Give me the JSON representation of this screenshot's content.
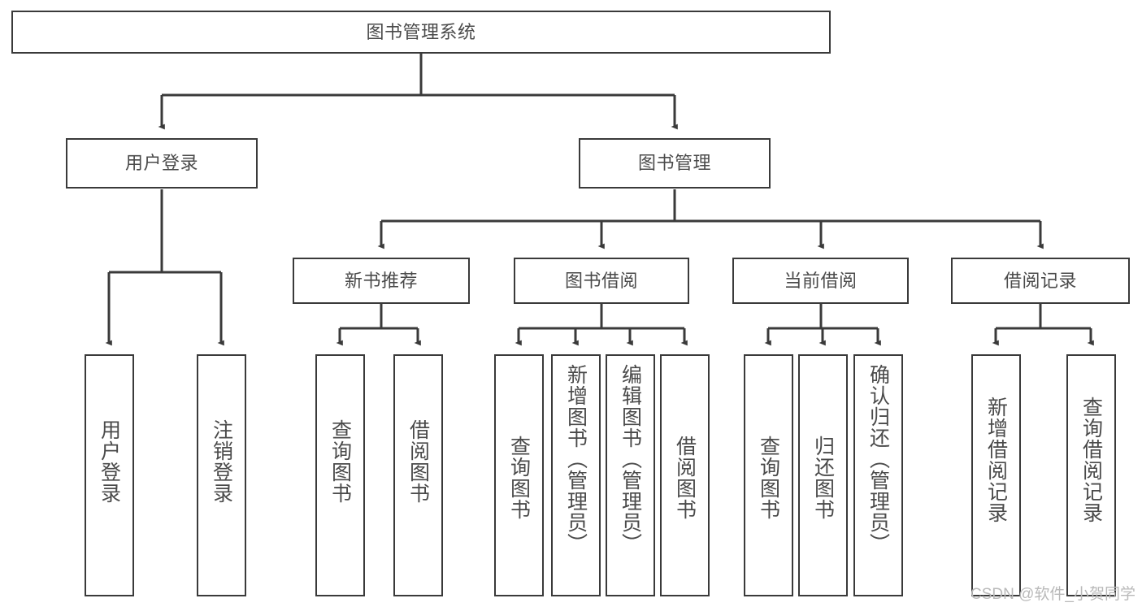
{
  "diagram": {
    "title": "图书管理系统",
    "type": "tree",
    "colors": {
      "box_border": "#3a3a3a",
      "box_fill": "#ffffff",
      "text": "#4a4a4a",
      "edge": "#3a3a3a",
      "watermark": "#b9b9b9",
      "background": "#ffffff"
    },
    "root": {
      "label": "图书管理系统"
    },
    "level2": [
      {
        "label": "用户登录"
      },
      {
        "label": "图书管理"
      }
    ],
    "level3": [
      {
        "label": "新书推荐"
      },
      {
        "label": "图书借阅"
      },
      {
        "label": "当前借阅"
      },
      {
        "label": "借阅记录"
      }
    ],
    "leaves": {
      "user_login": [
        {
          "label": "用户登录"
        },
        {
          "label": "注销登录"
        }
      ],
      "new_book_recommend": [
        {
          "label": "查询图书"
        },
        {
          "label": "借阅图书"
        }
      ],
      "book_borrow": [
        {
          "label": "查询图书"
        },
        {
          "label": "新增图书（管理员）"
        },
        {
          "label": "编辑图书（管理员）"
        },
        {
          "label": "借阅图书"
        }
      ],
      "current_borrow": [
        {
          "label": "查询图书"
        },
        {
          "label": "归还图书"
        },
        {
          "label": "确认归还（管理员）"
        }
      ],
      "borrow_record": [
        {
          "label": "新增借阅记录"
        },
        {
          "label": "查询借阅记录"
        }
      ]
    },
    "watermark": "CSDN @软件_小贺同学"
  }
}
